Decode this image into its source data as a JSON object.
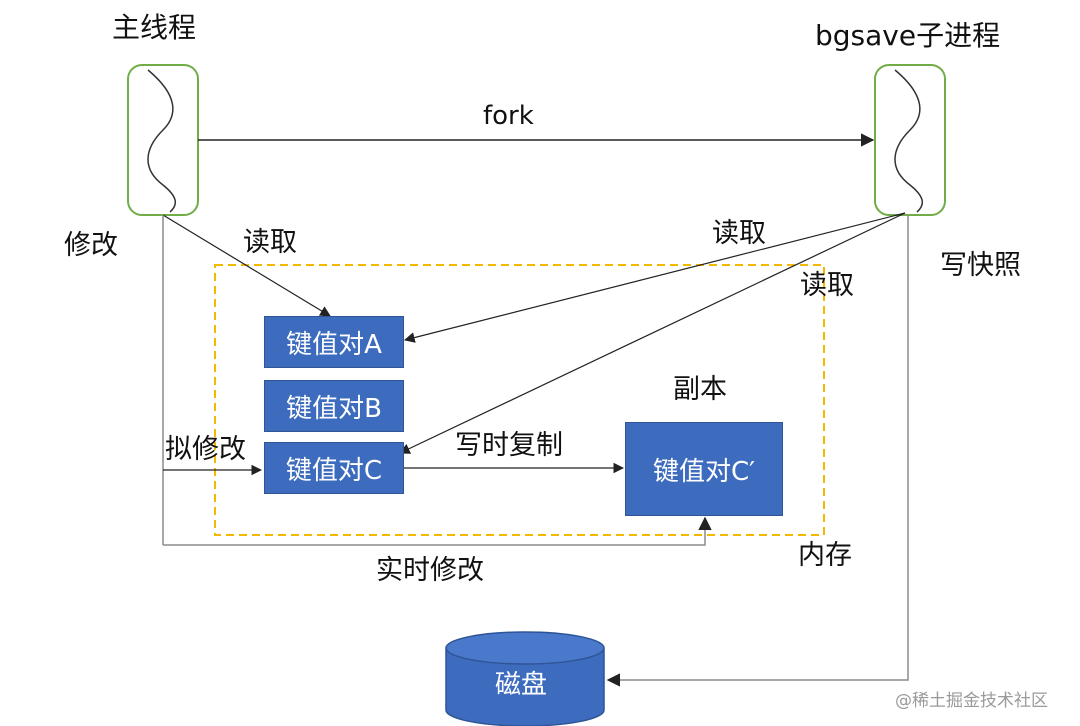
{
  "labels": {
    "main_thread": "主线程",
    "bgsave_child": "bgsave子进程",
    "fork": "fork",
    "modify": "修改",
    "read_main": "读取",
    "read_child_1": "读取",
    "read_child_2": "读取",
    "write_snapshot": "写快照",
    "copy": "副本",
    "intend_modify": "拟修改",
    "copy_on_write": "写时复制",
    "realtime_modify": "实时修改",
    "memory": "内存",
    "disk": "磁盘"
  },
  "kv_pairs": {
    "a": "键值对A",
    "b": "键值对B",
    "c": "键值对C",
    "c_prime": "键值对C′"
  },
  "watermark": "@稀土掘金技术社区",
  "colors": {
    "block_fill": "#3d6cbf",
    "block_border": "#2f5597",
    "thread_border": "#70ad47",
    "memory_border": "#f5b800",
    "arrow": "#222222",
    "line_gray": "#8c8c8c"
  }
}
